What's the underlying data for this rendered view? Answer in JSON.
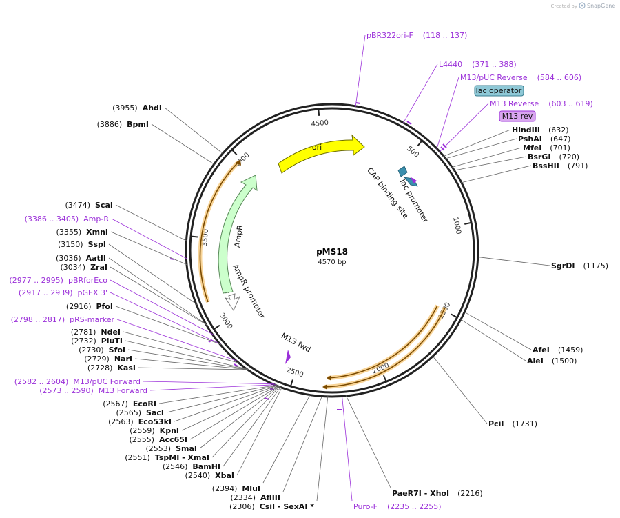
{
  "credit": {
    "prefix": "Created by",
    "brand": "SnapGene"
  },
  "plasmid": {
    "name": "pMS18",
    "size": "4570 bp",
    "total": 4570
  },
  "ticks": [
    {
      "label": "500",
      "bp": 500
    },
    {
      "label": "1000",
      "bp": 1000
    },
    {
      "label": "1500",
      "bp": 1500
    },
    {
      "label": "2000",
      "bp": 2000
    },
    {
      "label": "2500",
      "bp": 2500
    },
    {
      "label": "3000",
      "bp": 3000
    },
    {
      "label": "3500",
      "bp": 3500
    },
    {
      "label": "4000",
      "bp": 4000
    },
    {
      "label": "4500",
      "bp": 4500
    }
  ],
  "features": {
    "ori": "ori",
    "ampr": "AmpR",
    "ampr_promoter": "AmpR promoter",
    "lac_promoter": "lac promoter",
    "cap_site": "CAP binding site",
    "m13_fwd": "M13 fwd",
    "lac_operator": "lac operator",
    "m13_rev": "M13 rev"
  },
  "right_labels": [
    {
      "name": "pBR322ori-F",
      "pos": "(118 .. 137)",
      "kind": "primer"
    },
    {
      "name": "L4440",
      "pos": "(371 .. 388)",
      "kind": "primer"
    },
    {
      "name": "M13/pUC Reverse",
      "pos": "(584 .. 606)",
      "kind": "primer"
    },
    {
      "name": "M13 Reverse",
      "pos": "(603 .. 619)",
      "kind": "primer"
    },
    {
      "name": "HindIII",
      "pos": "(632)",
      "kind": "enzyme"
    },
    {
      "name": "PshAI",
      "pos": "(647)",
      "kind": "enzyme"
    },
    {
      "name": "MfeI",
      "pos": "(701)",
      "kind": "enzyme"
    },
    {
      "name": "BsrGI",
      "pos": "(720)",
      "kind": "enzyme"
    },
    {
      "name": "BssHII",
      "pos": "(791)",
      "kind": "enzyme"
    },
    {
      "name": "SgrDI",
      "pos": "(1175)",
      "kind": "enzyme"
    },
    {
      "name": "AfeI",
      "pos": "(1459)",
      "kind": "enzyme"
    },
    {
      "name": "AleI",
      "pos": "(1500)",
      "kind": "enzyme"
    },
    {
      "name": "PciI",
      "pos": "(1731)",
      "kind": "enzyme"
    }
  ],
  "left_labels": [
    {
      "name": "AhdI",
      "pos": "(3955)",
      "kind": "enzyme"
    },
    {
      "name": "BpmI",
      "pos": "(3886)",
      "kind": "enzyme"
    },
    {
      "name": "ScaI",
      "pos": "(3474)",
      "kind": "enzyme"
    },
    {
      "name": "Amp-R",
      "pos": "(3386 .. 3405)",
      "kind": "primer"
    },
    {
      "name": "XmnI",
      "pos": "(3355)",
      "kind": "enzyme"
    },
    {
      "name": "SspI",
      "pos": "(3150)",
      "kind": "enzyme"
    },
    {
      "name": "AatII",
      "pos": "(3036)",
      "kind": "enzyme"
    },
    {
      "name": "ZraI",
      "pos": "(3034)",
      "kind": "enzyme"
    },
    {
      "name": "pBRforEco",
      "pos": "(2977 .. 2995)",
      "kind": "primer"
    },
    {
      "name": "pGEX 3'",
      "pos": "(2917 .. 2939)",
      "kind": "primer"
    },
    {
      "name": "PfoI",
      "pos": "(2916)",
      "kind": "enzyme"
    },
    {
      "name": "pRS-marker",
      "pos": "(2798 .. 2817)",
      "kind": "primer"
    },
    {
      "name": "NdeI",
      "pos": "(2781)",
      "kind": "enzyme"
    },
    {
      "name": "PluTI",
      "pos": "(2732)",
      "kind": "enzyme"
    },
    {
      "name": "SfoI",
      "pos": "(2730)",
      "kind": "enzyme"
    },
    {
      "name": "NarI",
      "pos": "(2729)",
      "kind": "enzyme"
    },
    {
      "name": "KasI",
      "pos": "(2728)",
      "kind": "enzyme"
    },
    {
      "name": "M13/pUC Forward",
      "pos": "(2582 .. 2604)",
      "kind": "primer"
    },
    {
      "name": "M13 Forward",
      "pos": "(2573 .. 2590)",
      "kind": "primer"
    },
    {
      "name": "EcoRI",
      "pos": "(2567)",
      "kind": "enzyme"
    },
    {
      "name": "SacI",
      "pos": "(2565)",
      "kind": "enzyme"
    },
    {
      "name": "Eco53kI",
      "pos": "(2563)",
      "kind": "enzyme"
    },
    {
      "name": "KpnI",
      "pos": "(2559)",
      "kind": "enzyme"
    },
    {
      "name": "Acc65I",
      "pos": "(2555)",
      "kind": "enzyme"
    },
    {
      "name": "SmaI",
      "pos": "(2553)",
      "kind": "enzyme"
    },
    {
      "name": "TspMI - XmaI",
      "pos": "(2551)",
      "kind": "enzyme"
    },
    {
      "name": "BamHI",
      "pos": "(2546)",
      "kind": "enzyme"
    },
    {
      "name": "XbaI",
      "pos": "(2540)",
      "kind": "enzyme"
    }
  ],
  "bottom_labels": [
    {
      "name": "MluI",
      "pos": "(2394)",
      "kind": "enzyme"
    },
    {
      "name": "AflIII",
      "pos": "(2334)",
      "kind": "enzyme"
    },
    {
      "name": "CsiI - SexAI *",
      "pos": "(2306)",
      "kind": "enzyme"
    },
    {
      "name": "Puro-F",
      "pos": "(2235 .. 2255)",
      "kind": "primer"
    },
    {
      "name": "PaeR7I - XhoI",
      "pos": "(2216)",
      "kind": "enzyme"
    }
  ],
  "colors": {
    "ori": "#ffff00",
    "ampr": "#ccffcc",
    "orf": "#f5c26b",
    "primer": "#9b30d9",
    "lac_operator": "#8ec8d6",
    "m13_rev": "#d9a6f0",
    "cap_site": "#3b8fad"
  }
}
